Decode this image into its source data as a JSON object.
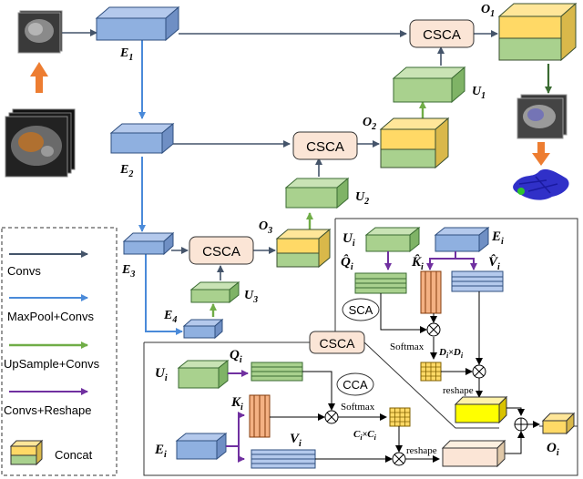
{
  "blocks": {
    "csca_label": "CSCA",
    "sca_label": "SCA",
    "cca_label": "CCA"
  },
  "encoder": {
    "e1": {
      "main": "E",
      "sub": "1"
    },
    "e2": {
      "main": "E",
      "sub": "2"
    },
    "e3": {
      "main": "E",
      "sub": "3"
    },
    "e4": {
      "main": "E",
      "sub": "4"
    }
  },
  "decoder": {
    "u1": {
      "main": "U",
      "sub": "1"
    },
    "u2": {
      "main": "U",
      "sub": "2"
    },
    "u3": {
      "main": "U",
      "sub": "3"
    },
    "o1": {
      "main": "O",
      "sub": "1"
    },
    "o2": {
      "main": "O",
      "sub": "2"
    },
    "o3": {
      "main": "O",
      "sub": "3"
    }
  },
  "sca_panel": {
    "u_i": {
      "main": "U",
      "sub": "i"
    },
    "e_i": {
      "main": "E",
      "sub": "i"
    },
    "q_hat": {
      "main": "Q̂",
      "sub": "i"
    },
    "k_hat": {
      "main": "K̂",
      "sub": "i"
    },
    "v_hat": {
      "main": "V̂",
      "sub": "i"
    },
    "softmax": "Softmax",
    "dim_d": {
      "a": "D",
      "a_sub": "i",
      "x": "×",
      "b": "D",
      "b_sub": "i"
    },
    "reshape": "reshape"
  },
  "cca_panel": {
    "u_i": {
      "main": "U",
      "sub": "i"
    },
    "e_i": {
      "main": "E",
      "sub": "i"
    },
    "q": {
      "main": "Q",
      "sub": "i"
    },
    "k": {
      "main": "K",
      "sub": "i"
    },
    "v": {
      "main": "V",
      "sub": "i"
    },
    "softmax": "Softmax",
    "dim_c": {
      "a": "C",
      "a_sub": "i",
      "x": "×",
      "b": "C",
      "b_sub": "i"
    },
    "reshape": "reshape",
    "o_i": {
      "main": "O",
      "sub": "i"
    }
  },
  "legend": {
    "items": [
      {
        "label": "Convs",
        "color": "#44546a"
      },
      {
        "label": "MaxPool+Convs",
        "color": "#4a8ad9"
      },
      {
        "label": "UpSample+Convs",
        "color": "#70ad47"
      },
      {
        "label": "Convs+Reshape",
        "color": "#7030a0"
      }
    ],
    "concat_label": "Concat"
  },
  "colors": {
    "encoder_blue": "#8fb0e0",
    "decoder_green": "#a9d18e",
    "concat_yellow": "#ffd966",
    "csca_fill": "#fbe5d6",
    "arrow_orange": "#ed7d31",
    "dark_arrow": "#44546a"
  }
}
